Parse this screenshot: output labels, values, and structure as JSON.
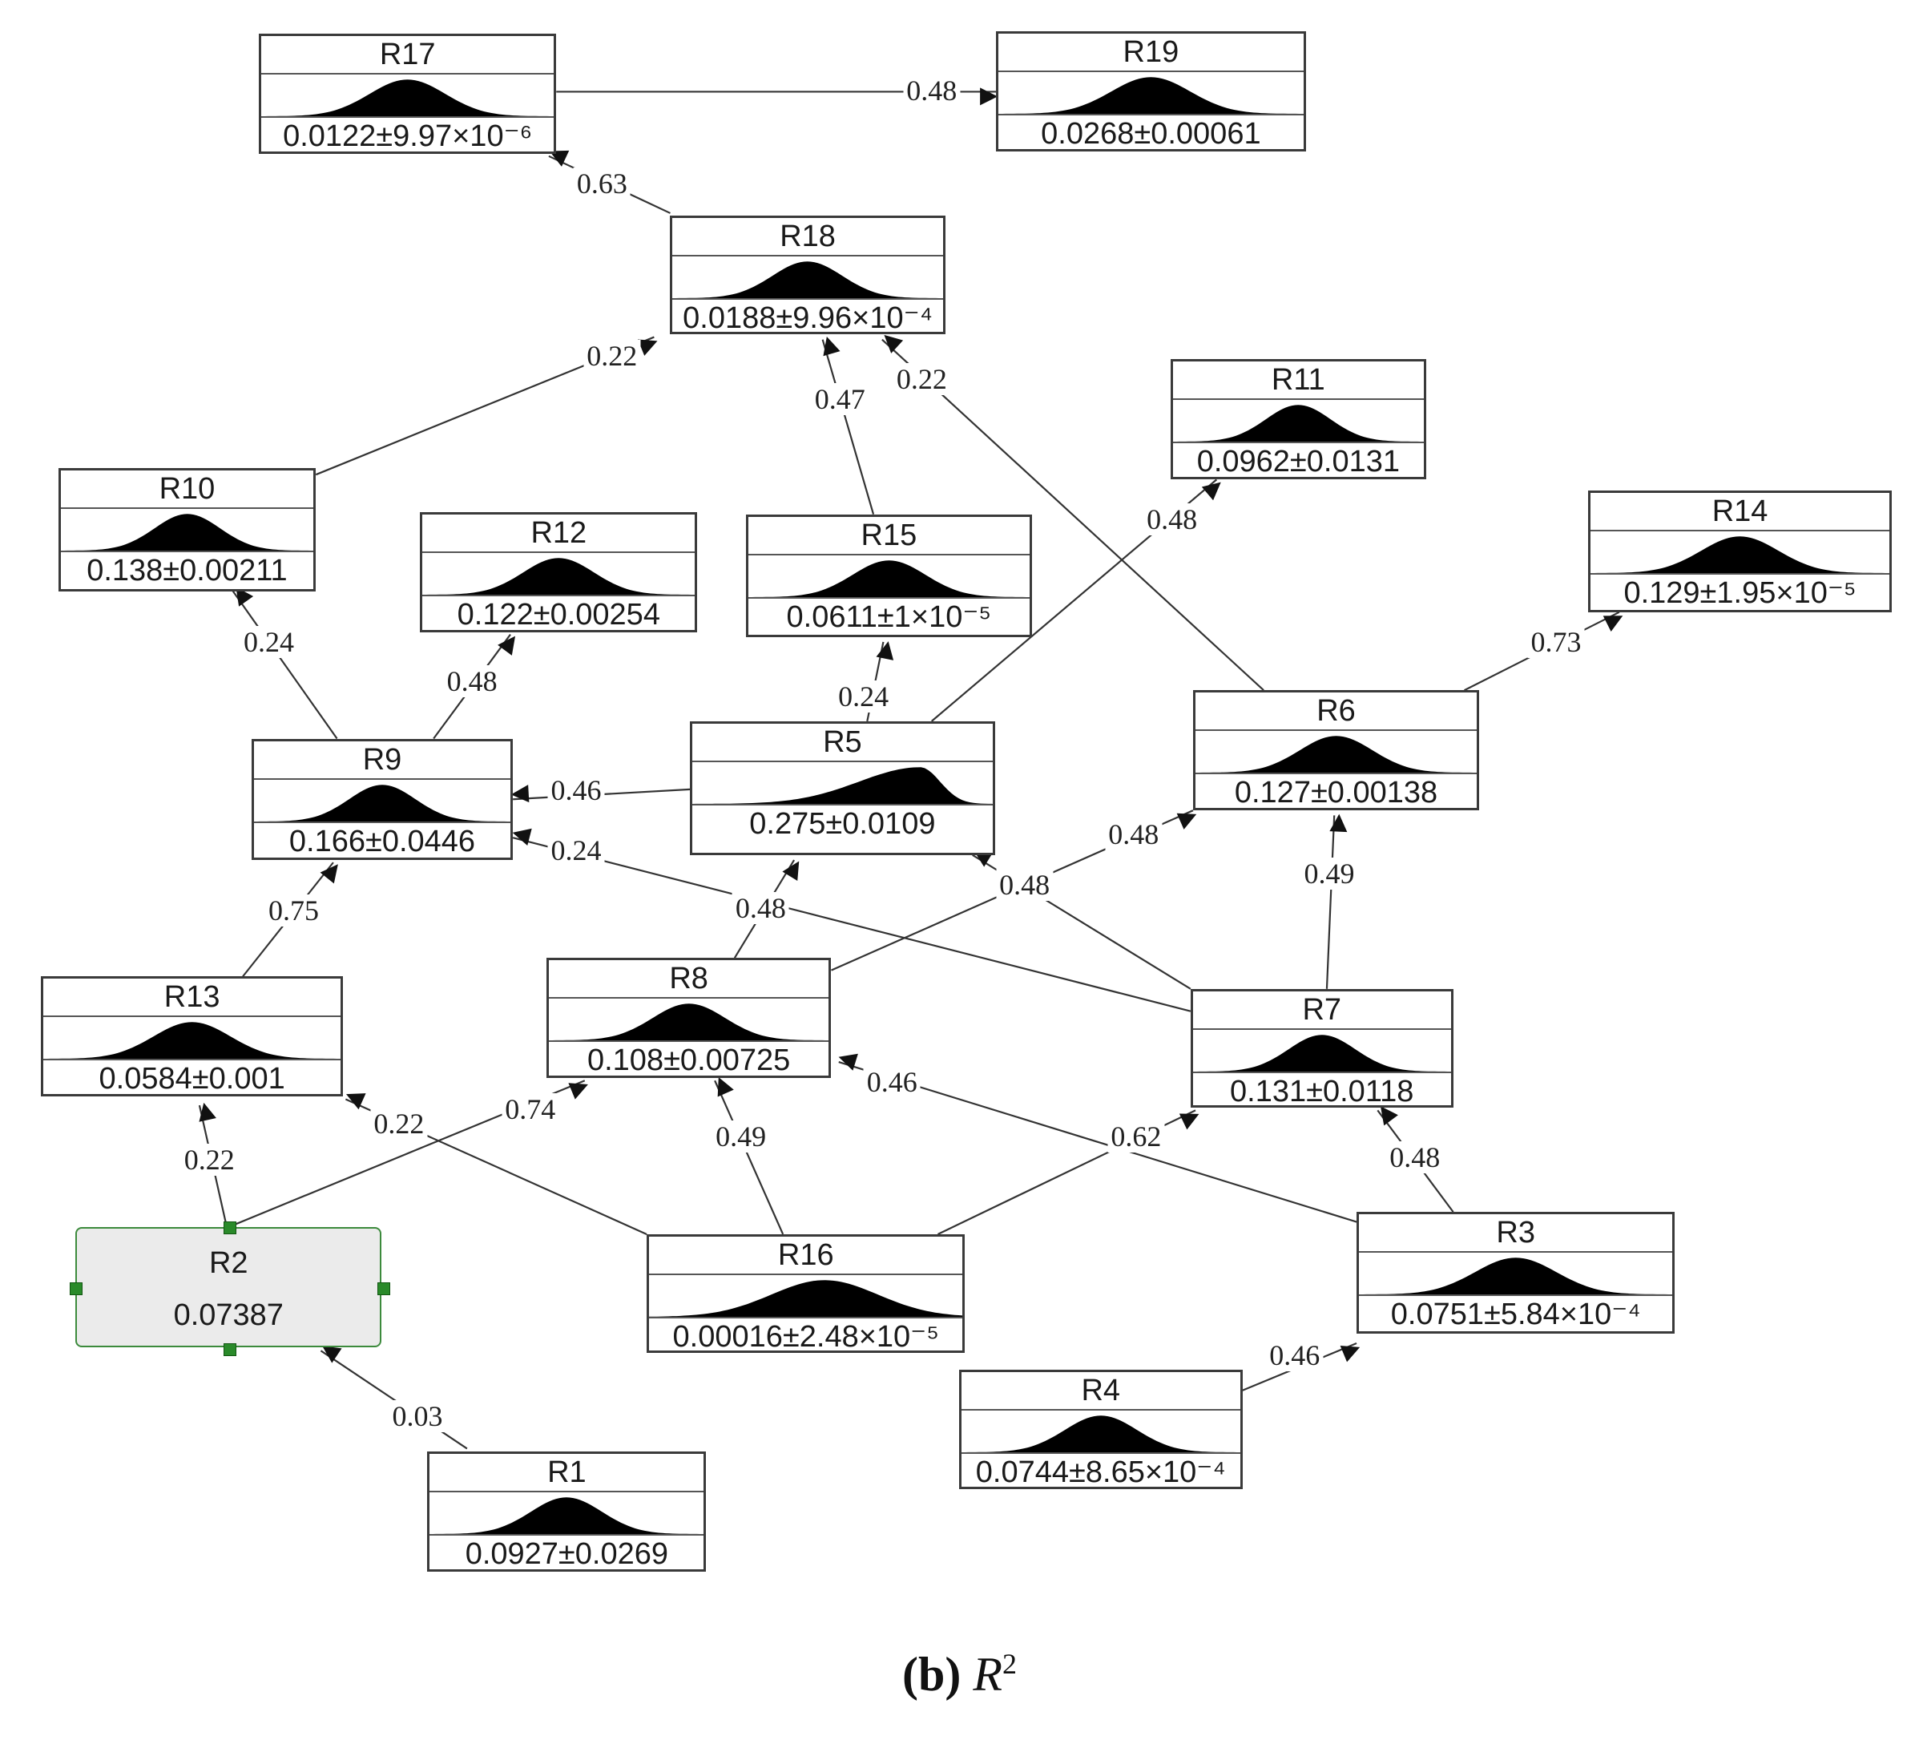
{
  "nodes": [
    {
      "id": "R17",
      "name": "R17",
      "value": "0.0122±9.97×10⁻⁶",
      "shape": "normal"
    },
    {
      "id": "R19",
      "name": "R19",
      "value": "0.0268±0.00061",
      "shape": "normal"
    },
    {
      "id": "R18",
      "name": "R18",
      "value": "0.0188±9.96×10⁻⁴",
      "shape": "normal"
    },
    {
      "id": "R11",
      "name": "R11",
      "value": "0.0962±0.0131",
      "shape": "normal"
    },
    {
      "id": "R10",
      "name": "R10",
      "value": "0.138±0.00211",
      "shape": "normal"
    },
    {
      "id": "R12",
      "name": "R12",
      "value": "0.122±0.00254",
      "shape": "normal"
    },
    {
      "id": "R15",
      "name": "R15",
      "value": "0.0611±1×10⁻⁵",
      "shape": "normal"
    },
    {
      "id": "R14",
      "name": "R14",
      "value": "0.129±1.95×10⁻⁵",
      "shape": "normal"
    },
    {
      "id": "R9",
      "name": "R9",
      "value": "0.166±0.0446",
      "shape": "normal"
    },
    {
      "id": "R5",
      "name": "R5",
      "value": "0.275±0.0109",
      "shape": "skewed"
    },
    {
      "id": "R6",
      "name": "R6",
      "value": "0.127±0.00138",
      "shape": "normal"
    },
    {
      "id": "R13",
      "name": "R13",
      "value": "0.0584±0.001",
      "shape": "normal"
    },
    {
      "id": "R8",
      "name": "R8",
      "value": "0.108±0.00725",
      "shape": "normal"
    },
    {
      "id": "R7",
      "name": "R7",
      "value": "0.131±0.0118",
      "shape": "normal"
    },
    {
      "id": "R2",
      "name": "R2",
      "value": "0.07387",
      "shape": "none",
      "selected": true
    },
    {
      "id": "R16",
      "name": "R16",
      "value": "0.00016±2.48×10⁻⁵",
      "shape": "wide"
    },
    {
      "id": "R3",
      "name": "R3",
      "value": "0.0751±5.84×10⁻⁴",
      "shape": "normal"
    },
    {
      "id": "R4",
      "name": "R4",
      "value": "0.0744±8.65×10⁻⁴",
      "shape": "normal"
    },
    {
      "id": "R1",
      "name": "R1",
      "value": "0.0927±0.0269",
      "shape": "normal"
    }
  ],
  "edges": [
    {
      "from": "R17",
      "to": "R19",
      "label": "0.48"
    },
    {
      "from": "R18",
      "to": "R17",
      "label": "0.63"
    },
    {
      "from": "R10",
      "to": "R18",
      "label": "0.22"
    },
    {
      "from": "R15",
      "to": "R18",
      "label": "0.47"
    },
    {
      "from": "R6",
      "to": "R18",
      "label": "0.22"
    },
    {
      "from": "R5",
      "to": "R11",
      "label": "0.48"
    },
    {
      "from": "R9",
      "to": "R10",
      "label": "0.24"
    },
    {
      "from": "R9",
      "to": "R12",
      "label": "0.48"
    },
    {
      "from": "R5",
      "to": "R15",
      "label": "0.24"
    },
    {
      "from": "R6",
      "to": "R14",
      "label": "0.73"
    },
    {
      "from": "R5",
      "to": "R9",
      "label": "0.46"
    },
    {
      "from": "R7",
      "to": "R9",
      "label": "0.24"
    },
    {
      "from": "R8",
      "to": "R6",
      "label": "0.48"
    },
    {
      "from": "R7",
      "to": "R5",
      "label": "0.48"
    },
    {
      "from": "R8",
      "to": "R5",
      "label": "0.48"
    },
    {
      "from": "R7",
      "to": "R6",
      "label": "0.49"
    },
    {
      "from": "R13",
      "to": "R9",
      "label": "0.75"
    },
    {
      "from": "R2",
      "to": "R8",
      "label": "0.74"
    },
    {
      "from": "R16",
      "to": "R13",
      "label": "0.22"
    },
    {
      "from": "R16",
      "to": "R8",
      "label": "0.49"
    },
    {
      "from": "R3",
      "to": "R8",
      "label": "0.46"
    },
    {
      "from": "R16",
      "to": "R7",
      "label": "0.62"
    },
    {
      "from": "R3",
      "to": "R7",
      "label": "0.48"
    },
    {
      "from": "R2",
      "to": "R13",
      "label": "0.22"
    },
    {
      "from": "R4",
      "to": "R3",
      "label": "0.46"
    },
    {
      "from": "R1",
      "to": "R2",
      "label": "0.03"
    }
  ],
  "caption": {
    "letter": "(b)",
    "symbol": "R",
    "superscript": "2"
  },
  "colors": {
    "selected_border": "#3c8a3c",
    "selected_fill": "#ebebeb",
    "handle": "#2a8a2a"
  }
}
